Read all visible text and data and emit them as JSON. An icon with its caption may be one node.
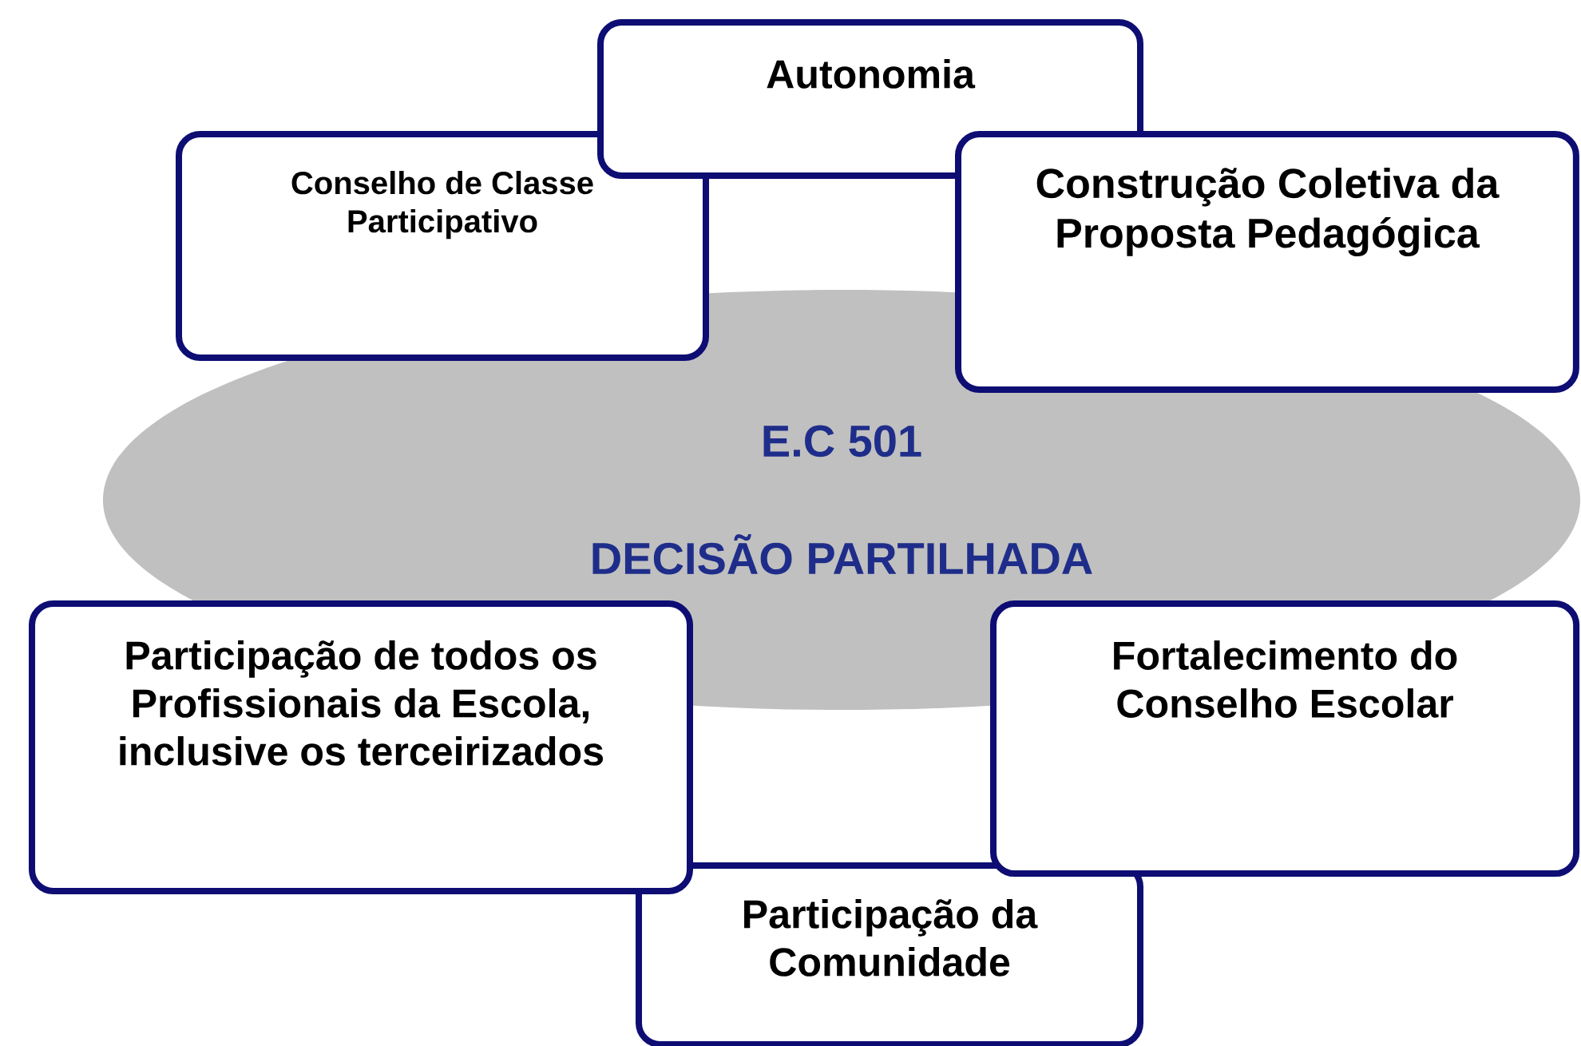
{
  "diagram": {
    "nodes": [
      {
        "text": [
          "Autonomia"
        ]
      },
      {
        "text": [
          "Conselho de Classe Participativo"
        ]
      },
      {
        "text": [
          "Construção Coletiva da Proposta Pedagógica"
        ]
      },
      {
        "text": [
          "E.C 501",
          "DECISÃO PARTILHADA"
        ]
      },
      {
        "text": [
          "Participação de todos os Profissionais da Escola, inclusive os terceirizados"
        ]
      },
      {
        "text": [
          "Fortalecimento do Conselho Escolar"
        ]
      },
      {
        "text": [
          "Participação da Comunidade"
        ]
      }
    ]
  }
}
